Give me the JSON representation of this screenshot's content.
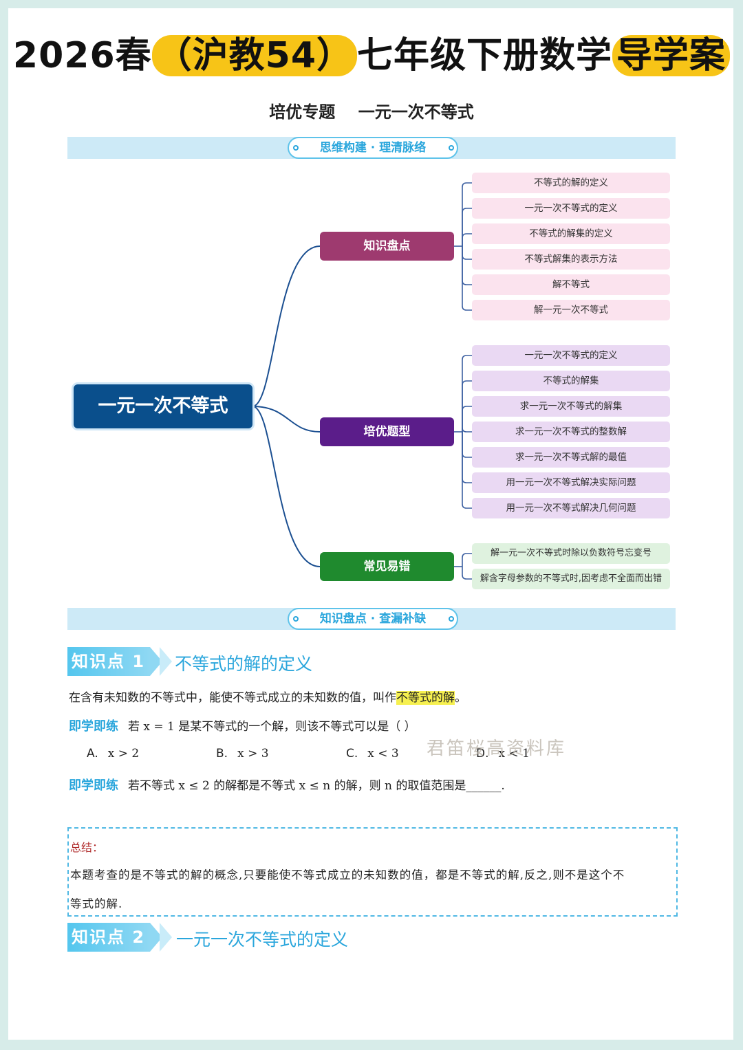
{
  "header": {
    "title_pre": "2026春",
    "title_hl": "（沪教54）",
    "title_mid": "七年级下册数学",
    "title_hl2": "导学案",
    "subtitle": "培优专题    一元一次不等式"
  },
  "bands": {
    "band1": "思维构建 · 理清脉络",
    "band2": "知识盘点 · 查漏补缺"
  },
  "mindmap": {
    "root": "一元一次不等式",
    "branches": [
      {
        "label": "知识盘点",
        "color": "#9e3a6f",
        "items": [
          "不等式的解的定义",
          "一元一次不等式的定义",
          "不等式的解集的定义",
          "不等式解集的表示方法",
          "解不等式",
          "解一元一次不等式"
        ]
      },
      {
        "label": "培优题型",
        "color": "#5b1d8a",
        "items": [
          "一元一次不等式的定义",
          "不等式的解集",
          "求一元一次不等式的解集",
          "求一元一次不等式的整数解",
          "求一元一次不等式解的最值",
          "用一元一次不等式解决实际问题",
          "用一元一次不等式解决几何问题"
        ]
      },
      {
        "label": "常见易错",
        "color": "#1f8a2e",
        "items": [
          "解一元一次不等式时除以负数符号忘变号",
          "解含字母参数的不等式时,因考虑不全面而出错"
        ]
      }
    ]
  },
  "kp1": {
    "tag": "知识点 1",
    "title": "不等式的解的定义",
    "def_pre": "在含有未知数的不等式中，能使不等式成立的未知数的值，叫作",
    "def_mark": "不等式的解",
    "def_post": "。",
    "q1_label": "即学即练",
    "q1_text": "若 x = 1 是某不等式的一个解，则该不等式可以是（    ）",
    "options": [
      {
        "label": "A.",
        "text": "x > 2"
      },
      {
        "label": "B.",
        "text": "x > 3"
      },
      {
        "label": "C.",
        "text": "x < 3"
      },
      {
        "label": "D.",
        "text": "x < 1"
      }
    ],
    "q2_label": "即学即练",
    "q2_text": "若不等式 x ≤ 2 的解都是不等式 x ≤ n 的解，则 n 的取值范围是______."
  },
  "summary": {
    "label": "总结：",
    "line1": "本题考查的是不等式的解的概念,只要能使不等式成立的未知数的值，都是不等式的解,反之,则不是这个不",
    "line2": "等式的解."
  },
  "kp2": {
    "tag": "知识点 2",
    "title": "一元一次不等式的定义"
  },
  "watermark": "君笛桜高资料库"
}
